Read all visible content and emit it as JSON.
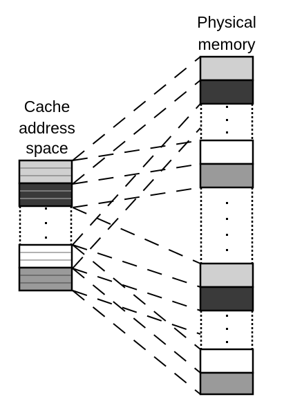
{
  "physical_label": {
    "line1": "Physical",
    "line2": "memory"
  },
  "cache_label": {
    "line1": "Cache",
    "line2": "address",
    "line3": "space"
  },
  "colors": {
    "light_gray": "#d0d0d0",
    "dark_gray": "#3a3a3a",
    "mid_gray": "#9a9a9a",
    "white": "#ffffff",
    "stroke": "#000000"
  },
  "physical_blocks": [
    "light_gray",
    "dark_gray",
    "white",
    "mid_gray",
    "light_gray",
    "dark_gray",
    "white",
    "mid_gray"
  ],
  "cache_blocks": [
    "light_gray",
    "dark_gray",
    "white",
    "mid_gray"
  ]
}
